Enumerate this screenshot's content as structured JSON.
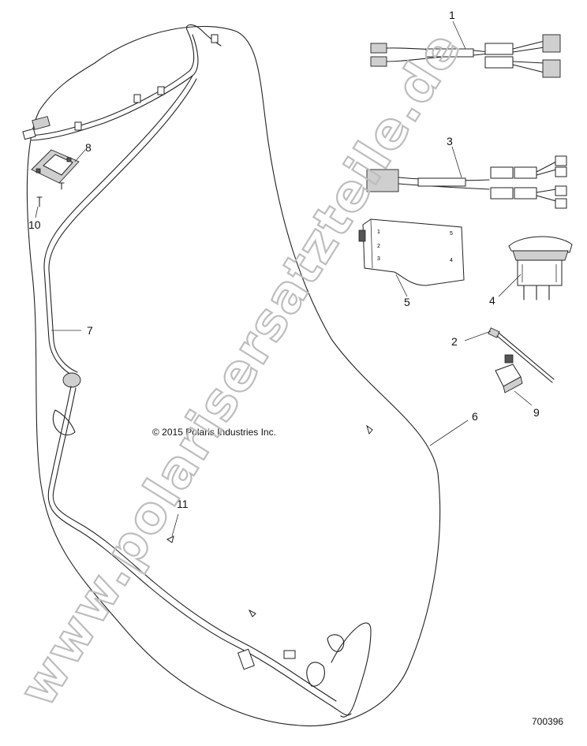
{
  "copyright": "© 2015 Polaris Industries Inc.",
  "figure_number": "700396",
  "watermark": "www.polarisersatzteile.de",
  "callouts": [
    "1",
    "2",
    "3",
    "4",
    "5",
    "6",
    "7",
    "8",
    "9",
    "10",
    "11"
  ],
  "switch_labels": [
    "1",
    "2",
    "3",
    "4",
    "5"
  ]
}
